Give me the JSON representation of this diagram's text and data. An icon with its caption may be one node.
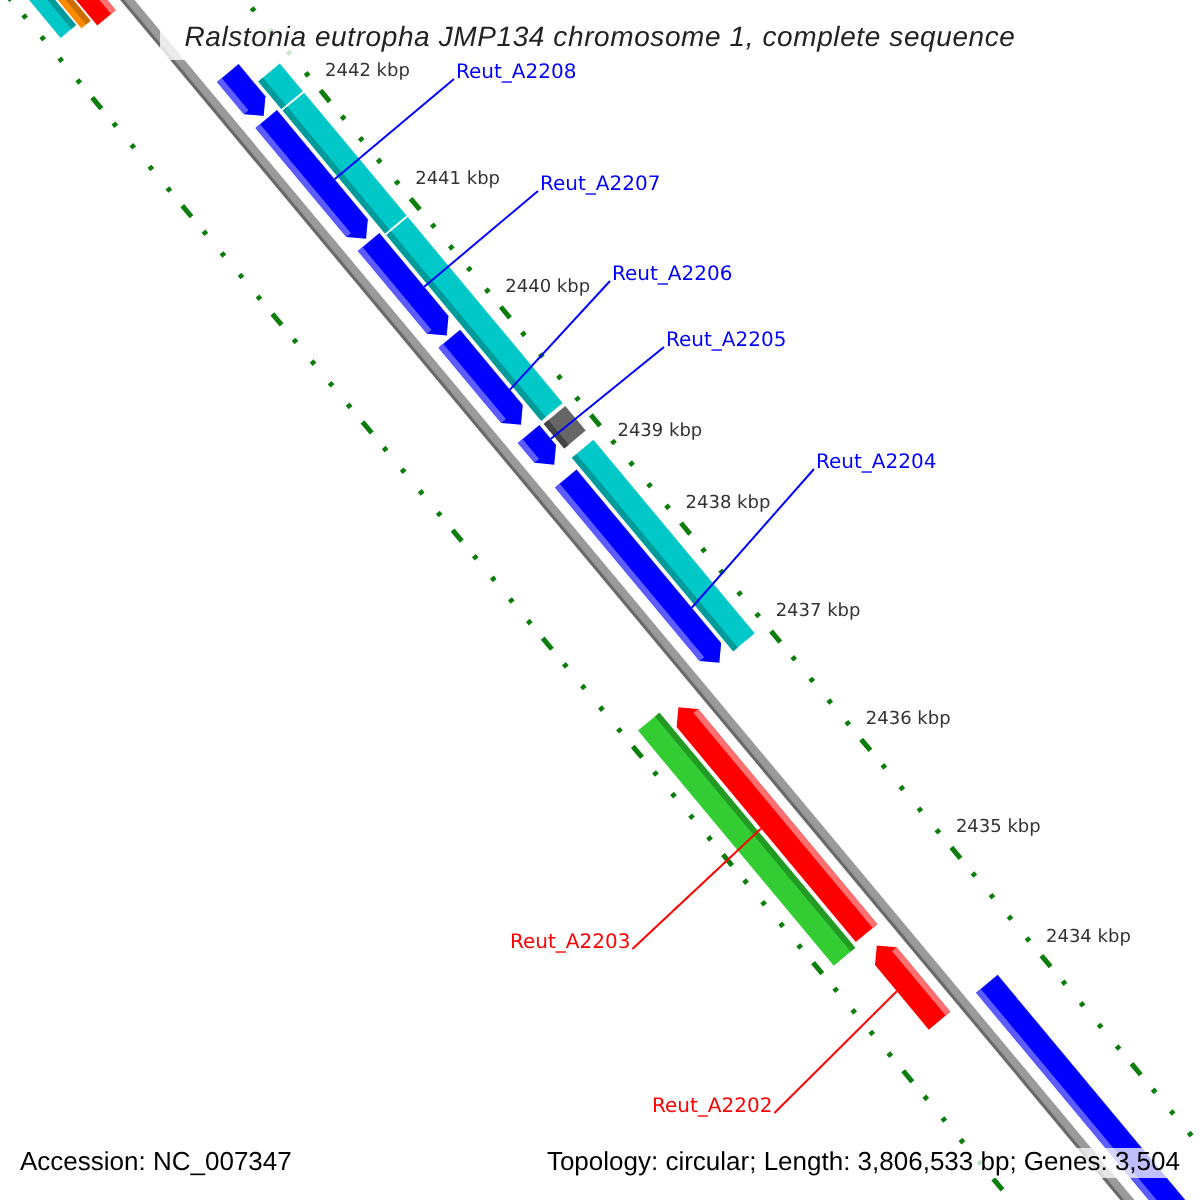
{
  "diagram": {
    "title": "Ralstonia eutropha JMP134 chromosome 1, complete sequence",
    "nodes": [
      {
        "text": [
          "Reut_A2208"
        ]
      },
      {
        "text": [
          "Reut_A2207"
        ]
      },
      {
        "text": [
          "Reut_A2206"
        ]
      },
      {
        "text": [
          "Reut_A2205"
        ]
      },
      {
        "text": [
          "Reut_A2204"
        ]
      },
      {
        "text": [
          "Reut_A2203"
        ]
      },
      {
        "text": [
          "Reut_A2202"
        ]
      },
      {
        "text": [],
        "shape": "bar"
      },
      {
        "text": [],
        "shape": "bar"
      },
      {
        "text": [],
        "shape": "bar"
      },
      {
        "text": [],
        "shape": "bar"
      },
      {
        "text": [],
        "shape": "bar"
      },
      {
        "text": [],
        "shape": "bar"
      },
      {
        "text": [],
        "shape": "bar"
      },
      {
        "text": [],
        "shape": "bar"
      },
      {
        "text": [],
        "shape": "bar"
      },
      {
        "text": [],
        "shape": "bar"
      },
      {
        "text": [],
        "shape": "bar"
      },
      {
        "text": [],
        "shape": "bar"
      },
      {
        "text": [],
        "shape": "bar"
      },
      {
        "text": [],
        "shape": "bar"
      },
      {
        "text": [],
        "shape": "bar"
      },
      {
        "text": [],
        "shape": "bar"
      },
      {
        "text": [],
        "shape": "bar"
      },
      {
        "text": [],
        "shape": "bar"
      }
    ],
    "edges": [
      {
        "from": 0,
        "to": 12,
        "arrow": "none"
      },
      {
        "from": 1,
        "to": 14,
        "arrow": "none"
      },
      {
        "from": 2,
        "to": 16,
        "arrow": "none"
      },
      {
        "from": 3,
        "to": 17,
        "arrow": "none"
      },
      {
        "from": 4,
        "to": 20,
        "arrow": "none"
      },
      {
        "from": 5,
        "to": 22,
        "arrow": "none",
        "color": "#ff0000"
      },
      {
        "from": 6,
        "to": 23,
        "arrow": "none",
        "color": "#ff0000"
      }
    ],
    "labels": [
      "2442 kbp",
      "2441 kbp",
      "2440 kbp",
      "2439 kbp",
      "2438 kbp",
      "2437 kbp",
      "2436 kbp",
      "2435 kbp",
      "2434 kbp",
      "Accession: NC_007347",
      "Topology: circular; Length: 3,806,533 bp; Genes: 3,504"
    ]
  }
}
